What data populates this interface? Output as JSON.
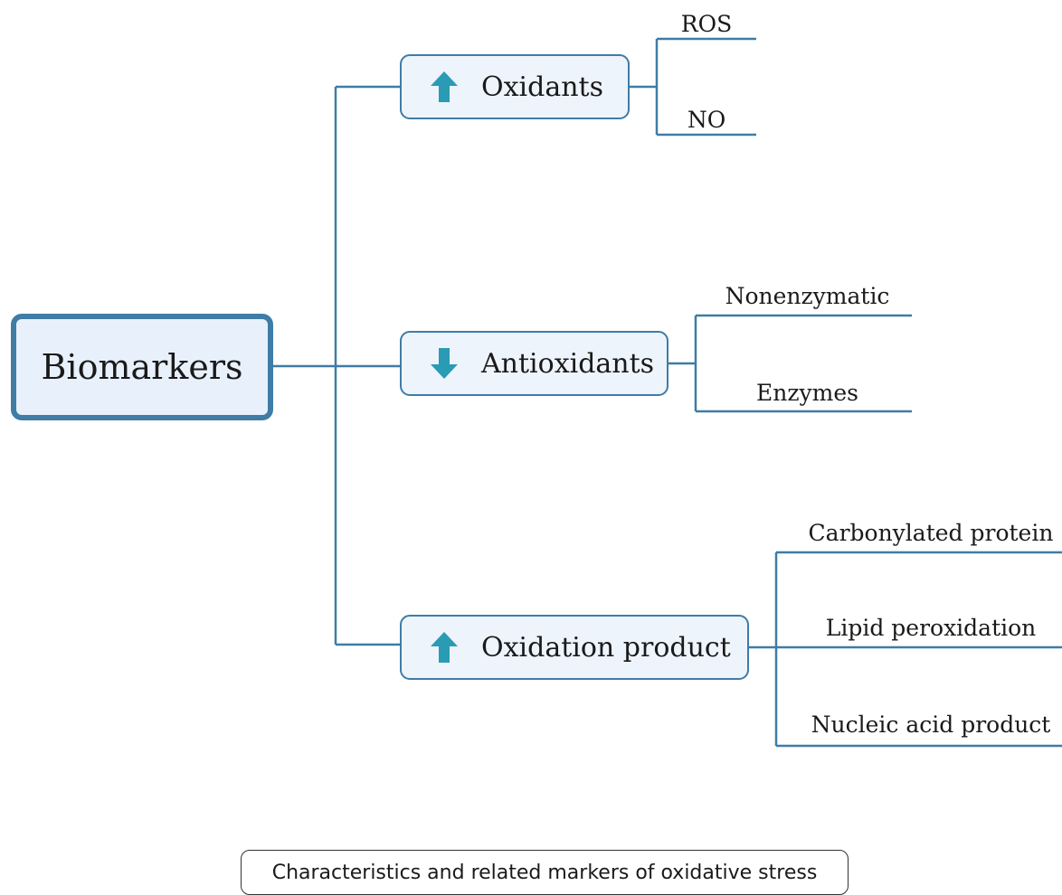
{
  "root": {
    "label": "Biomarkers"
  },
  "categories": [
    {
      "label": "Oxidants",
      "direction": "up",
      "children": [
        "ROS",
        "NO"
      ]
    },
    {
      "label": "Antioxidants",
      "direction": "down",
      "children": [
        "Nonenzymatic",
        "Enzymes"
      ]
    },
    {
      "label": "Oxidation product",
      "direction": "up",
      "children": [
        "Carbonylated protein",
        "Lipid peroxidation",
        "Nucleic acid product"
      ]
    }
  ],
  "caption": "Characteristics and related markers of oxidative stress",
  "colors": {
    "line": "#3f7ca6",
    "arrow": "#2a9bb5",
    "box_fill": "#eef4fb"
  }
}
